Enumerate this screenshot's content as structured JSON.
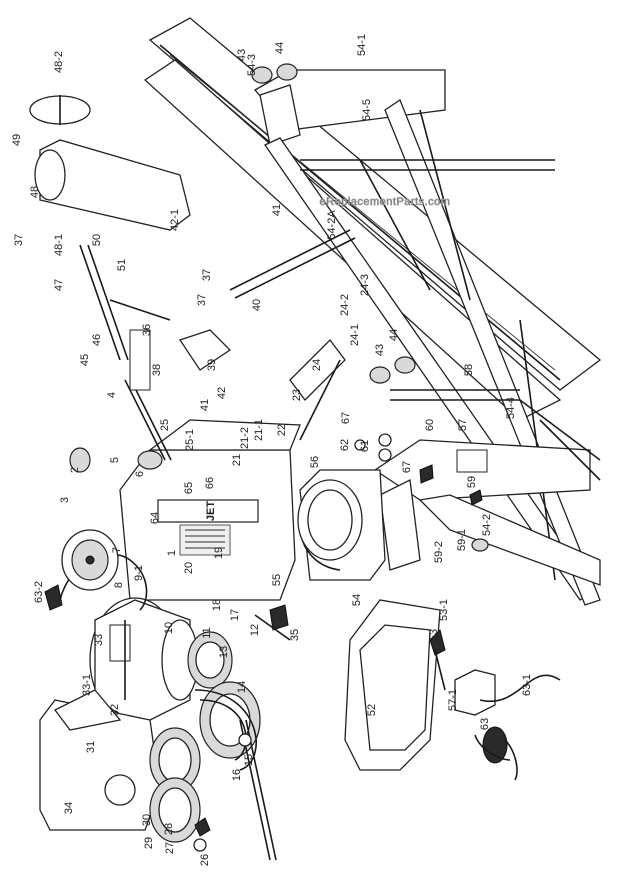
{
  "watermark": "eReplacementParts.com",
  "brand_label": "JET",
  "callouts": [
    "48-2",
    "49",
    "48",
    "37",
    "48-1",
    "47",
    "50",
    "51",
    "42-1",
    "43",
    "44",
    "54-3",
    "54-1",
    "54-5",
    "54-2A",
    "41",
    "40",
    "37",
    "37",
    "46",
    "45",
    "36",
    "38",
    "39",
    "42",
    "43",
    "44",
    "24",
    "24-1",
    "24-2",
    "24-3",
    "23",
    "22",
    "21-2",
    "21-1",
    "21",
    "41",
    "25",
    "25-1",
    "4",
    "5",
    "6",
    "2",
    "3",
    "65",
    "64",
    "66",
    "1",
    "19",
    "20",
    "7",
    "9-1",
    "8",
    "10",
    "11",
    "18",
    "17",
    "12",
    "35",
    "33",
    "33-1",
    "63-2",
    "32",
    "31",
    "34",
    "30",
    "29",
    "28",
    "27",
    "26",
    "13",
    "14",
    "15",
    "16",
    "55",
    "54",
    "56",
    "62",
    "61",
    "67",
    "67",
    "60",
    "57",
    "58",
    "59",
    "59-1",
    "59-2",
    "54-4",
    "54-2",
    "53",
    "53-1",
    "52",
    "57-1",
    "63-1",
    "63"
  ]
}
